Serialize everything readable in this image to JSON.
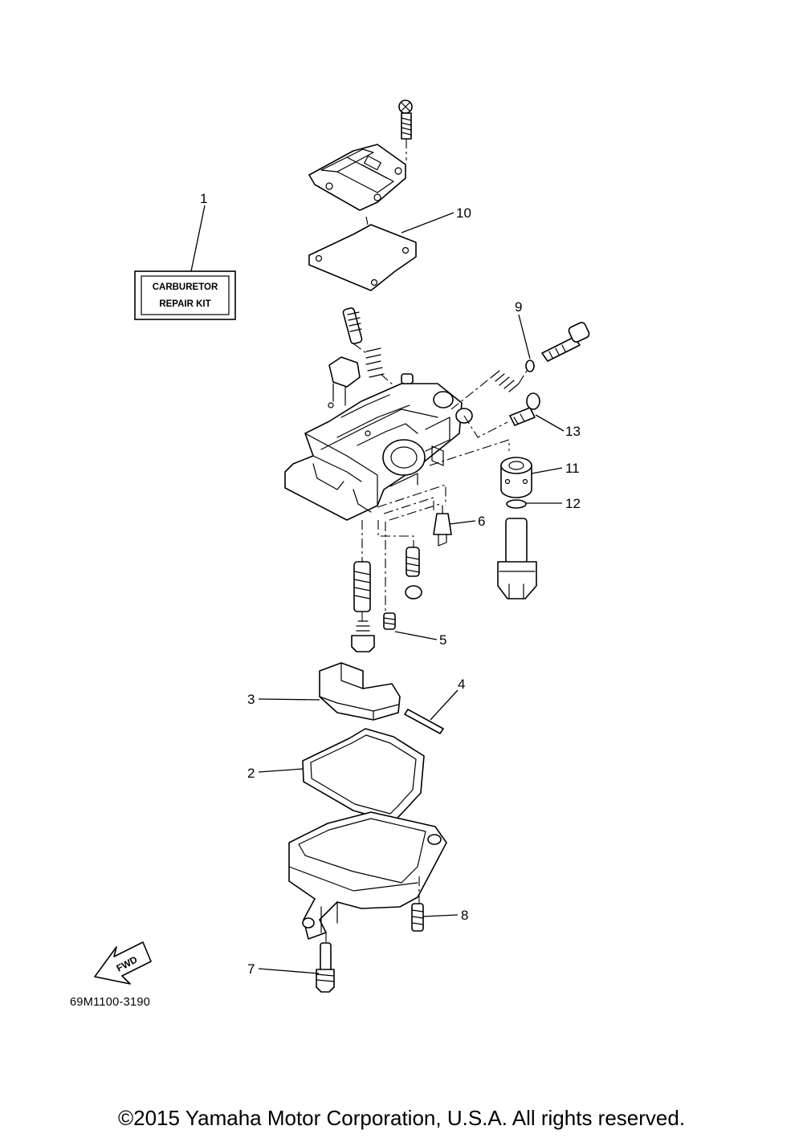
{
  "kit_label": {
    "line1": "CARBURETOR",
    "line2": "REPAIR KIT"
  },
  "callouts": [
    "1",
    "2",
    "3",
    "4",
    "5",
    "6",
    "7",
    "8",
    "9",
    "10",
    "11",
    "12",
    "13"
  ],
  "fwd_label": "FWD",
  "diagram_code": "69M1100-3190",
  "copyright": "©2015 Yamaha Motor Corporation, U.S.A. All rights reserved."
}
